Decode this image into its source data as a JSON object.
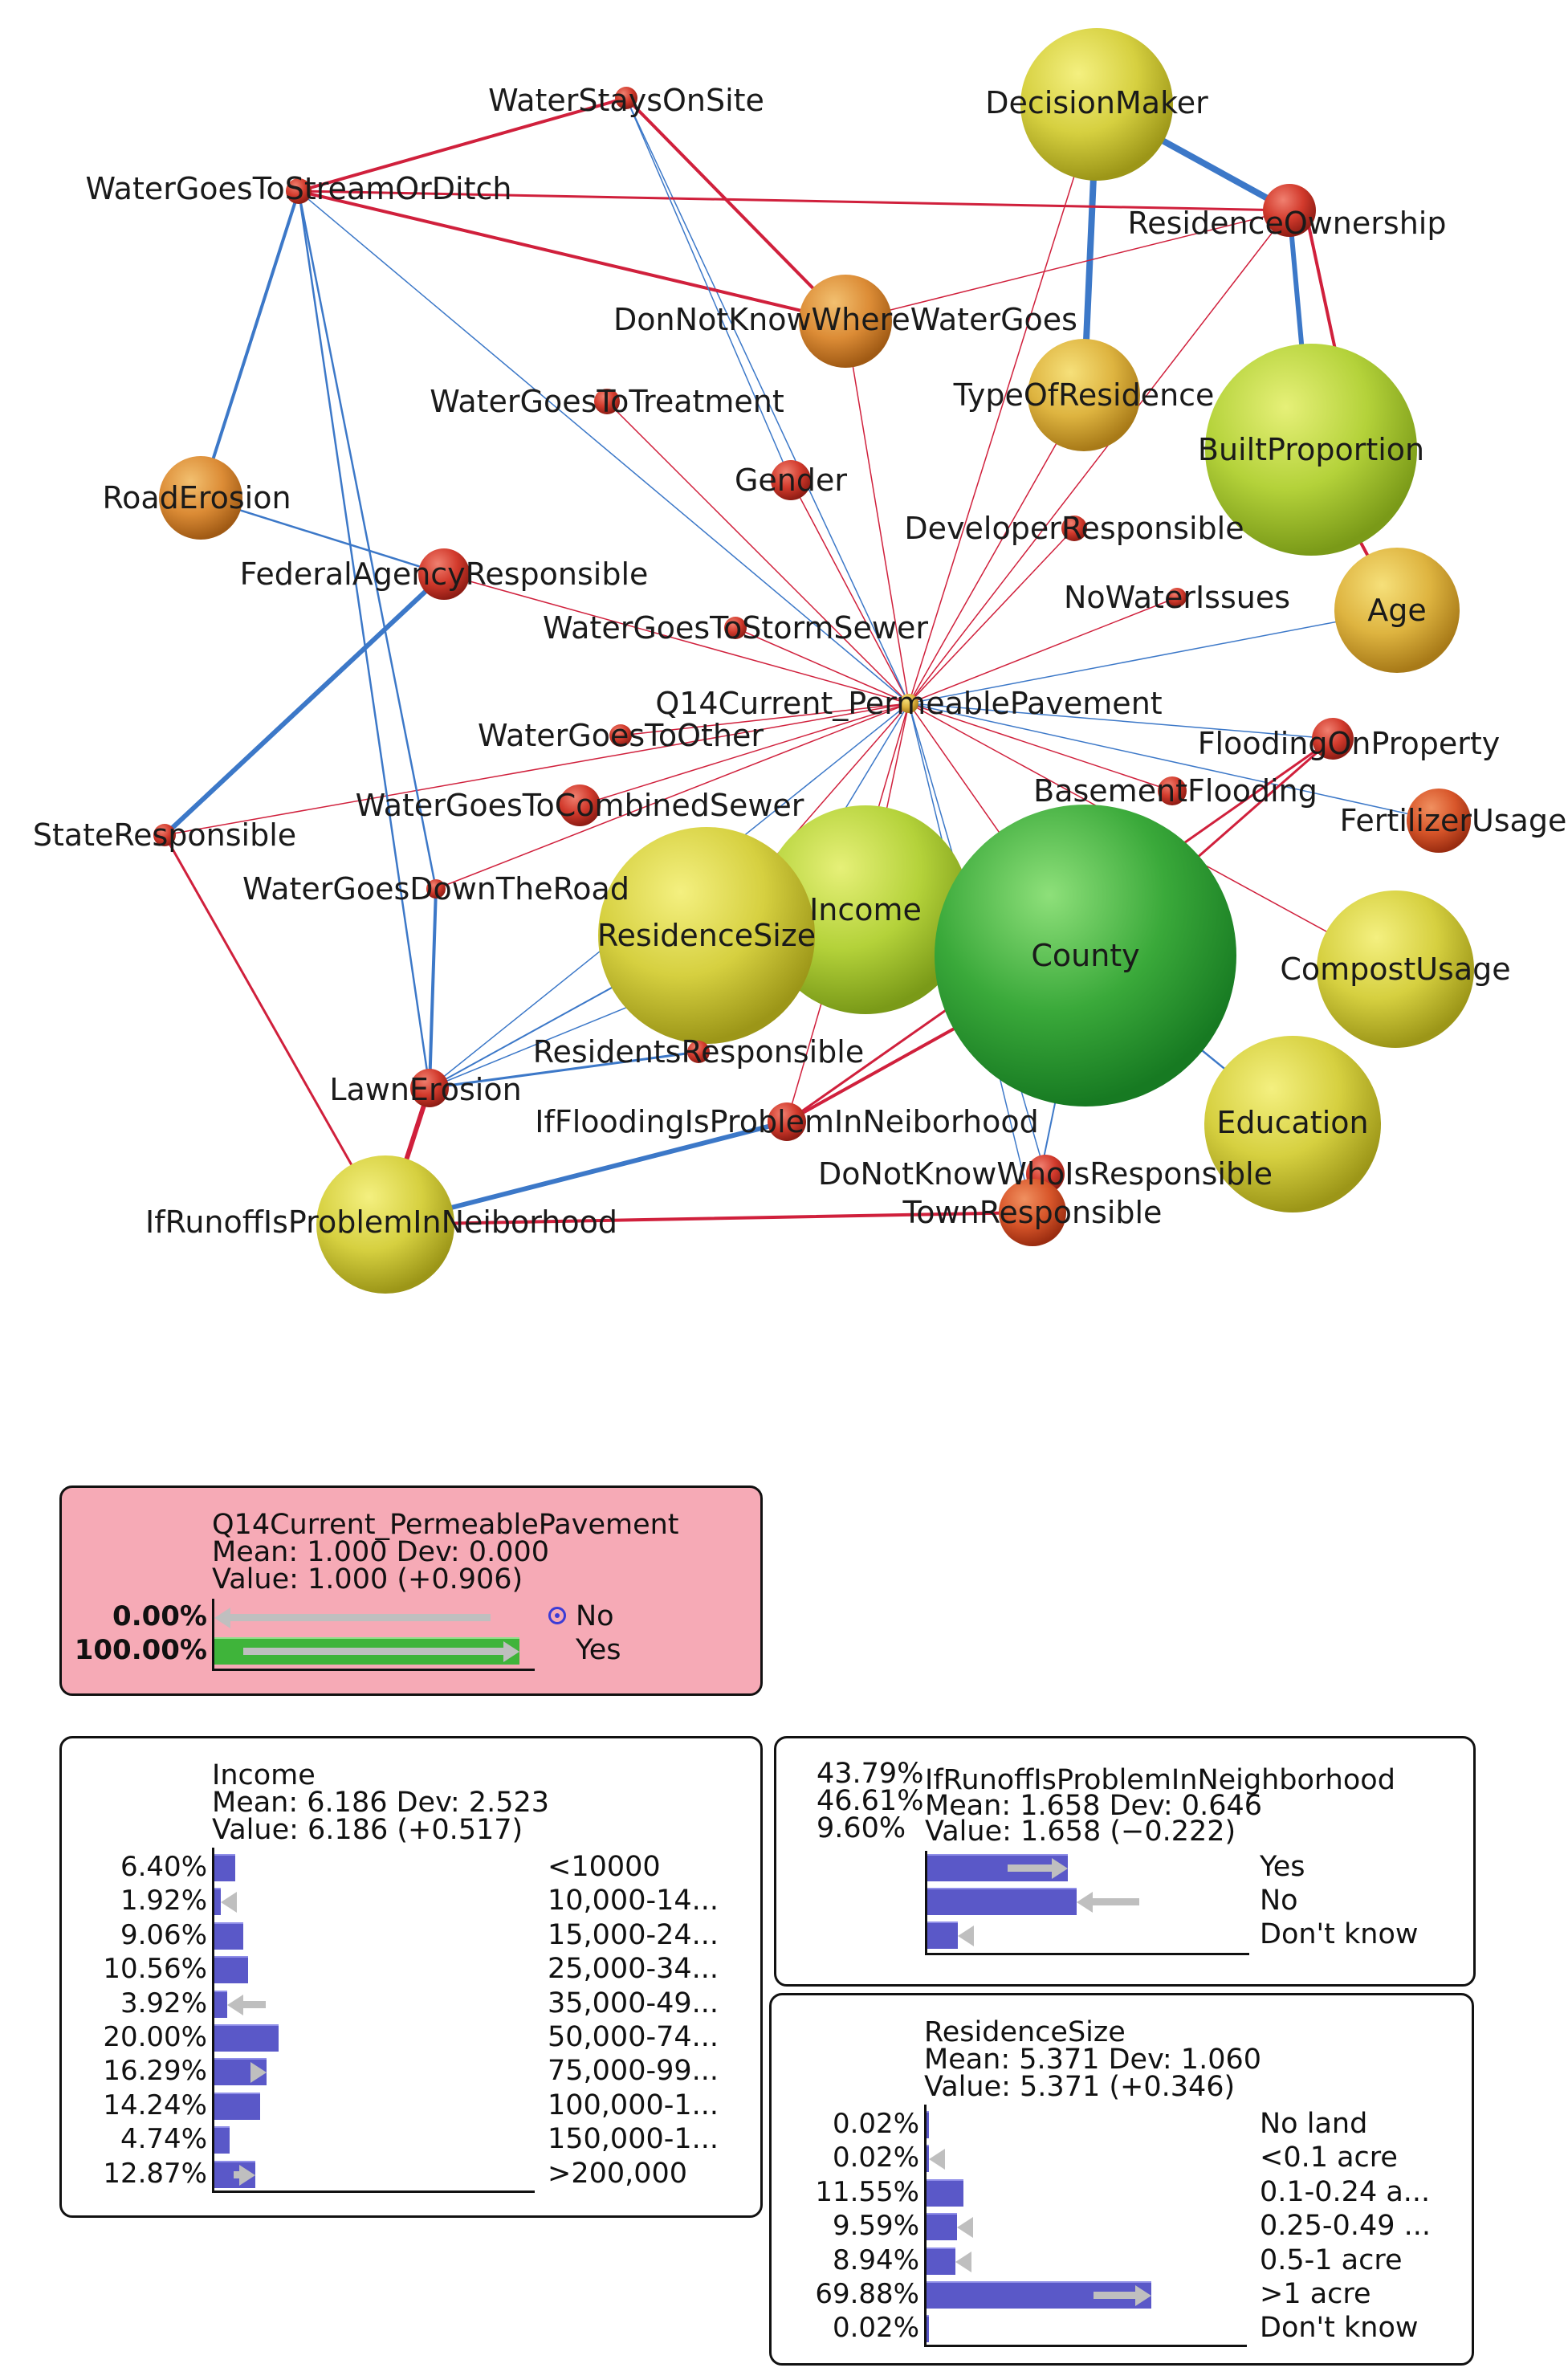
{
  "network": {
    "nodes": [
      {
        "id": "DecisionMaker",
        "label": "DecisionMaker",
        "color": "yellow"
      },
      {
        "id": "ResidenceOwnership",
        "label": "ResidenceOwnership",
        "color": "red"
      },
      {
        "id": "WaterStaysOnSite",
        "label": "WaterStaysOnSite",
        "color": "red"
      },
      {
        "id": "WaterGoesToStreamOrDitch",
        "label": "WaterGoesToStreamOrDitch",
        "color": "red"
      },
      {
        "id": "DonNotKnowWhereWaterGoes",
        "label": "DonNotKnowWhereWaterGoes",
        "color": "orange"
      },
      {
        "id": "TypeOfResidence",
        "label": "TypeOfResidence",
        "color": "orange-yellow"
      },
      {
        "id": "BuiltProportion",
        "label": "BuiltProportion",
        "color": "yellow-green"
      },
      {
        "id": "WaterGoesToTreatment",
        "label": "WaterGoesToTreatment",
        "color": "red"
      },
      {
        "id": "Gender",
        "label": "Gender",
        "color": "red"
      },
      {
        "id": "RoadErosion",
        "label": "RoadErosion",
        "color": "orange"
      },
      {
        "id": "DeveloperResponsible",
        "label": "DeveloperResponsible",
        "color": "red"
      },
      {
        "id": "FederalAgencyResponsible",
        "label": "FederalAgencyResponsible",
        "color": "red"
      },
      {
        "id": "NoWaterIssues",
        "label": "NoWaterIssues",
        "color": "red"
      },
      {
        "id": "Age",
        "label": "Age",
        "color": "orange-yellow"
      },
      {
        "id": "WaterGoesToStormSewer",
        "label": "WaterGoesToStormSewer",
        "color": "red"
      },
      {
        "id": "Q14Current_PermeablePavement",
        "label": "Q14Current_PermeablePavement",
        "color": "orange-yellow"
      },
      {
        "id": "WaterGoesToOther",
        "label": "WaterGoesToOther",
        "color": "red"
      },
      {
        "id": "FloodingOnProperty",
        "label": "FloodingOnProperty",
        "color": "red"
      },
      {
        "id": "BasementFlooding",
        "label": "BasementFlooding",
        "color": "red"
      },
      {
        "id": "FertilizerUsage",
        "label": "FertilizerUsage",
        "color": "red-orange"
      },
      {
        "id": "WaterGoesToCombinedSewer",
        "label": "WaterGoesToCombinedSewer",
        "color": "red"
      },
      {
        "id": "StateResponsible",
        "label": "StateResponsible",
        "color": "red"
      },
      {
        "id": "WaterGoesDownTheRoad",
        "label": "WaterGoesDownTheRoad",
        "color": "red"
      },
      {
        "id": "Income",
        "label": "Income",
        "color": "yellow-green"
      },
      {
        "id": "ResidenceSize",
        "label": "ResidenceSize",
        "color": "yellow"
      },
      {
        "id": "County",
        "label": "County",
        "color": "green"
      },
      {
        "id": "CompostUsage",
        "label": "CompostUsage",
        "color": "yellow"
      },
      {
        "id": "ResidentsResponsible",
        "label": "ResidentsResponsible",
        "color": "red"
      },
      {
        "id": "LawnErosion",
        "label": "LawnErosion",
        "color": "red"
      },
      {
        "id": "IfFloodingIsProblemInNeiborhood",
        "label": "IfFloodingIsProblemInNeiborhood",
        "color": "red"
      },
      {
        "id": "Education",
        "label": "Education",
        "color": "yellow"
      },
      {
        "id": "DoNotKnowWhoIsResponsible",
        "label": "DoNotKnowWhoIsResponsible",
        "color": "red"
      },
      {
        "id": "TownResponsible",
        "label": "TownResponsible",
        "color": "red"
      },
      {
        "id": "IfRunoffIsProblemInNeiborhood",
        "label": "IfRunoffIsProblemInNeiborhood",
        "color": "yellow"
      }
    ],
    "colors": {
      "red_edge": "#d0203c",
      "blue_edge": "#3c78c8",
      "green_dark": "#1f8a2a",
      "yellow": "#c8c432",
      "orange": "#d8882c",
      "red_node": "#cc2a22"
    }
  },
  "panels": {
    "q14": {
      "title": "Q14Current_PermeablePavement",
      "mean": "Mean: 1.000 Dev: 0.000",
      "value": "Value: 1.000 (+0.906)",
      "rows": [
        {
          "pct": "0.00%",
          "label": "No",
          "share": 0.0,
          "delta_from": 0.905
        },
        {
          "pct": "100.00%",
          "label": "Yes",
          "share": 1.0,
          "delta_from": 0.095
        }
      ]
    },
    "income": {
      "title": "Income",
      "mean": "Mean: 6.186 Dev: 2.523",
      "value": "Value: 6.186 (+0.517)",
      "rows": [
        {
          "pct": "6.40%",
          "label": "<10000",
          "share": 0.064,
          "delta_from": 0.064
        },
        {
          "pct": "1.92%",
          "label": "10,000-14...",
          "share": 0.0192,
          "delta_from": 0.04
        },
        {
          "pct": "9.06%",
          "label": "15,000-24...",
          "share": 0.0906,
          "delta_from": 0.0906
        },
        {
          "pct": "10.56%",
          "label": "25,000-34...",
          "share": 0.1056,
          "delta_from": 0.1056
        },
        {
          "pct": "3.92%",
          "label": "35,000-49...",
          "share": 0.0392,
          "delta_from": 0.16
        },
        {
          "pct": "20.00%",
          "label": "50,000-74...",
          "share": 0.2,
          "delta_from": 0.2
        },
        {
          "pct": "16.29%",
          "label": "75,000-99...",
          "share": 0.1629,
          "delta_from": 0.12
        },
        {
          "pct": "14.24%",
          "label": "100,000-1...",
          "share": 0.1424,
          "delta_from": 0.1424
        },
        {
          "pct": "4.74%",
          "label": "150,000-1...",
          "share": 0.0474,
          "delta_from": 0.0474
        },
        {
          "pct": "12.87%",
          "label": ">200,000",
          "share": 0.1287,
          "delta_from": 0.06
        }
      ]
    },
    "runoff": {
      "title": "IfRunoffIsProblemInNeighborhood",
      "mean": "Mean: 1.658 Dev: 0.646",
      "value": "Value: 1.658 (−0.222)",
      "head_pcts": [
        "43.79%",
        "46.61%",
        "9.60%"
      ],
      "rows": [
        {
          "label": "Yes",
          "share": 0.4379,
          "delta_from": 0.25
        },
        {
          "label": "No",
          "share": 0.4661,
          "delta_from": 0.66
        },
        {
          "label": "Don't know",
          "share": 0.096,
          "delta_from": 0.12
        }
      ]
    },
    "residence": {
      "title": "ResidenceSize",
      "mean": "Mean: 5.371 Dev: 1.060",
      "value": "Value: 5.371 (+0.346)",
      "rows": [
        {
          "pct": "0.02%",
          "label": "No land",
          "share": 0.0002,
          "delta_from": 0.012
        },
        {
          "pct": "0.02%",
          "label": "<0.1 acre",
          "share": 0.0002,
          "delta_from": 0.03
        },
        {
          "pct": "11.55%",
          "label": "0.1-0.24 a...",
          "share": 0.1155,
          "delta_from": 0.1155
        },
        {
          "pct": "9.59%",
          "label": "0.25-0.49 ...",
          "share": 0.0959,
          "delta_from": 0.14
        },
        {
          "pct": "8.94%",
          "label": "0.5-1 acre",
          "share": 0.0894,
          "delta_from": 0.13
        },
        {
          "pct": "69.88%",
          "label": ">1 acre",
          "share": 0.6988,
          "delta_from": 0.52
        },
        {
          "pct": "0.02%",
          "label": "Don't know",
          "share": 0.0002,
          "delta_from": 0.012
        }
      ]
    }
  }
}
